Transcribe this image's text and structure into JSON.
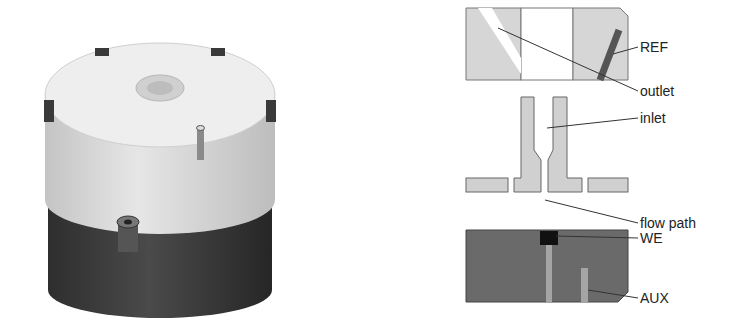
{
  "diagram": {
    "labels": [
      "REF",
      "outlet",
      "inlet",
      "flow path",
      "WE",
      "AUX"
    ]
  }
}
